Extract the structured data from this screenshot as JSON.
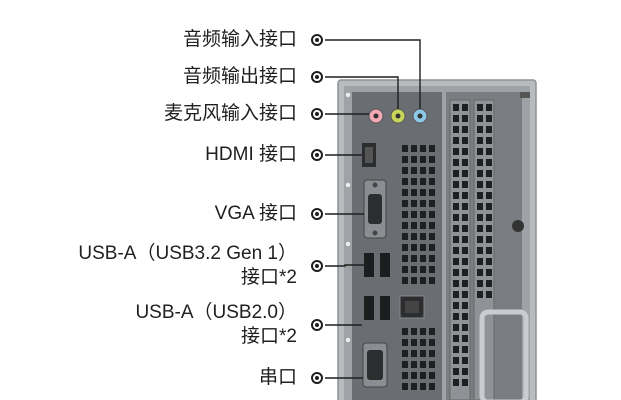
{
  "callouts": [
    {
      "id": "audio-in",
      "text": "音频输入接口"
    },
    {
      "id": "audio-out",
      "text": "音频输出接口"
    },
    {
      "id": "mic-in",
      "text": "麦克风输入接口"
    },
    {
      "id": "hdmi",
      "text": "HDMI 接口"
    },
    {
      "id": "vga",
      "text": "VGA 接口"
    },
    {
      "id": "usb3",
      "text": "USB-A（USB3.2 Gen 1）",
      "text2": "接口*2"
    },
    {
      "id": "usb2",
      "text": "USB-A（USB2.0）",
      "text2": "接口*2"
    },
    {
      "id": "serial",
      "text": "串口"
    }
  ],
  "colors": {
    "chassis": "#b9bcbf",
    "panel": "#6a6e72",
    "panel_dark": "#2b2d2f",
    "mic_jack": "#f2a7b4",
    "out_jack": "#c9d65a",
    "in_jack": "#8cc7e6",
    "text": "#1f1f1f"
  }
}
